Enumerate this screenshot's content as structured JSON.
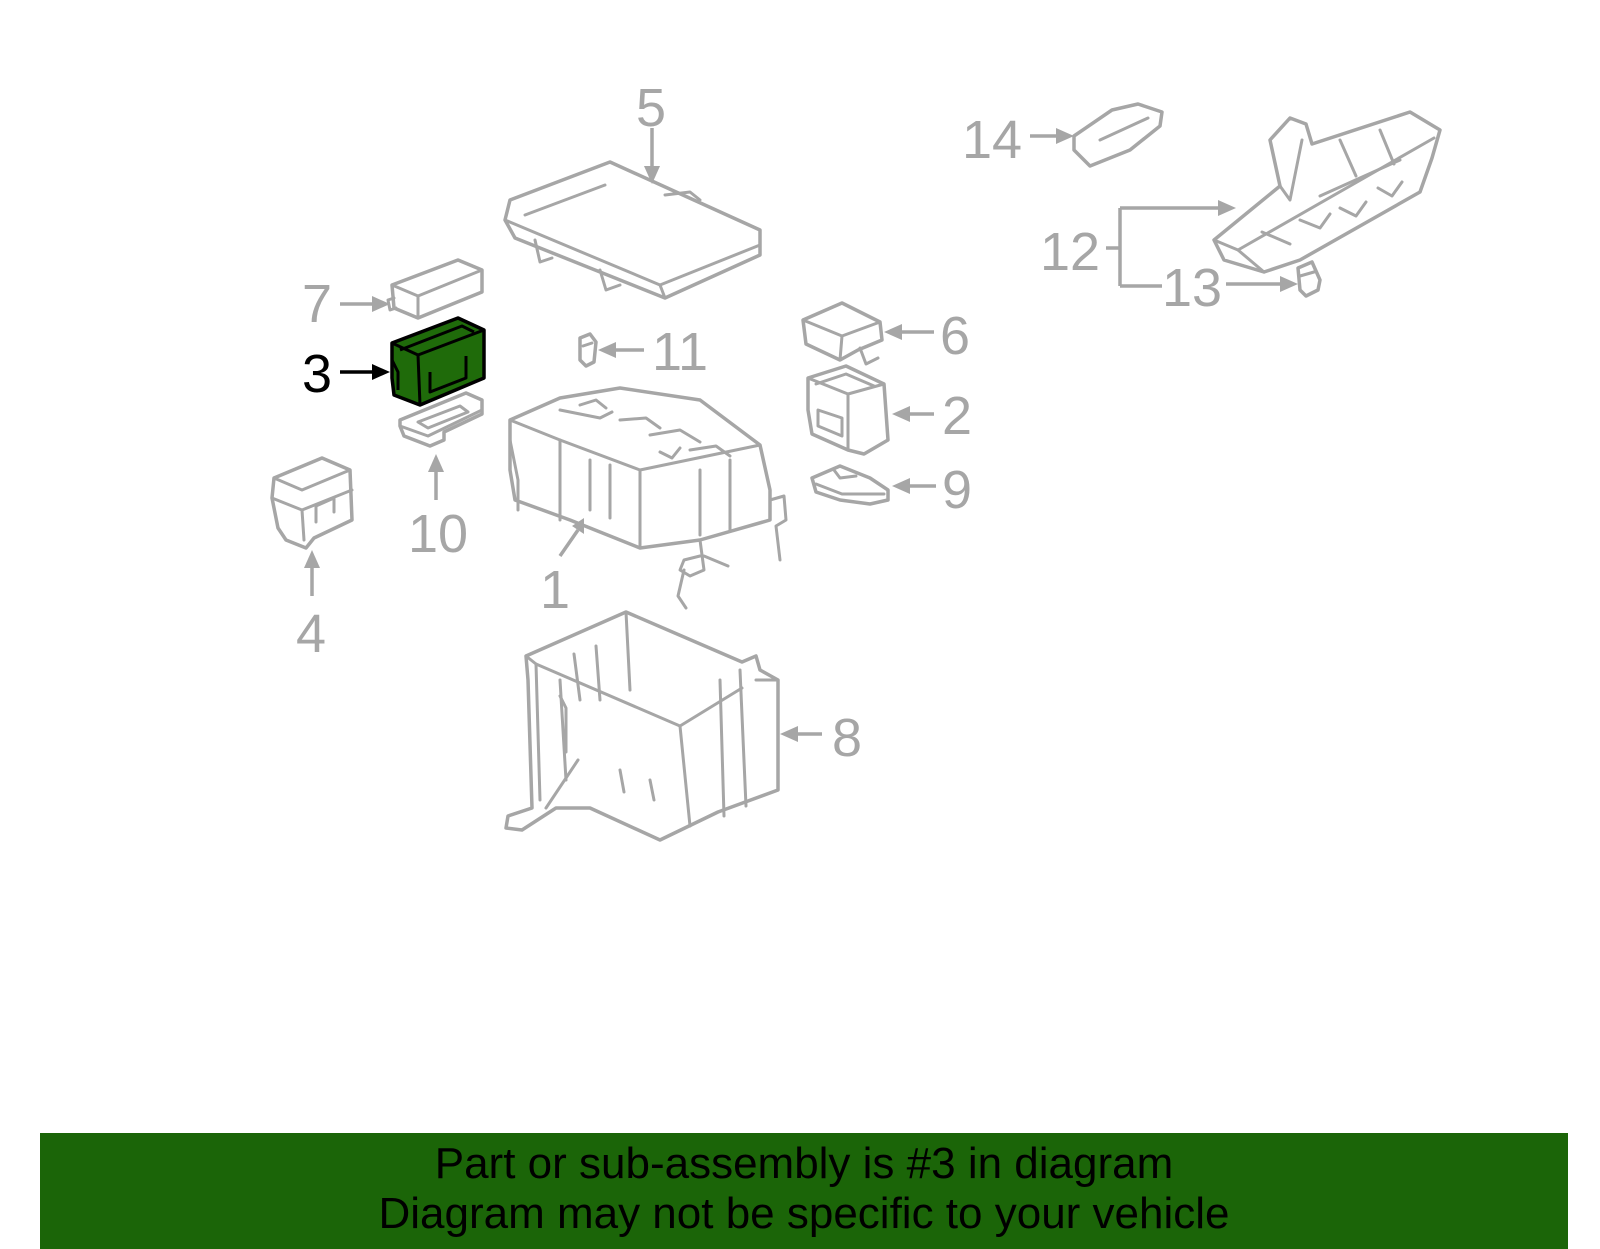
{
  "diagram": {
    "highlight_color": "#1f6b0a",
    "part_color": "#a6a6a6",
    "callouts": [
      "1",
      "2",
      "3",
      "4",
      "5",
      "6",
      "7",
      "8",
      "9",
      "10",
      "11",
      "12",
      "13",
      "14"
    ],
    "selected_callout": "3"
  },
  "banner": {
    "line1": "Part or sub-assembly is #3 in diagram",
    "line2": "Diagram may not be specific to your vehicle",
    "background": "#1b6508"
  }
}
